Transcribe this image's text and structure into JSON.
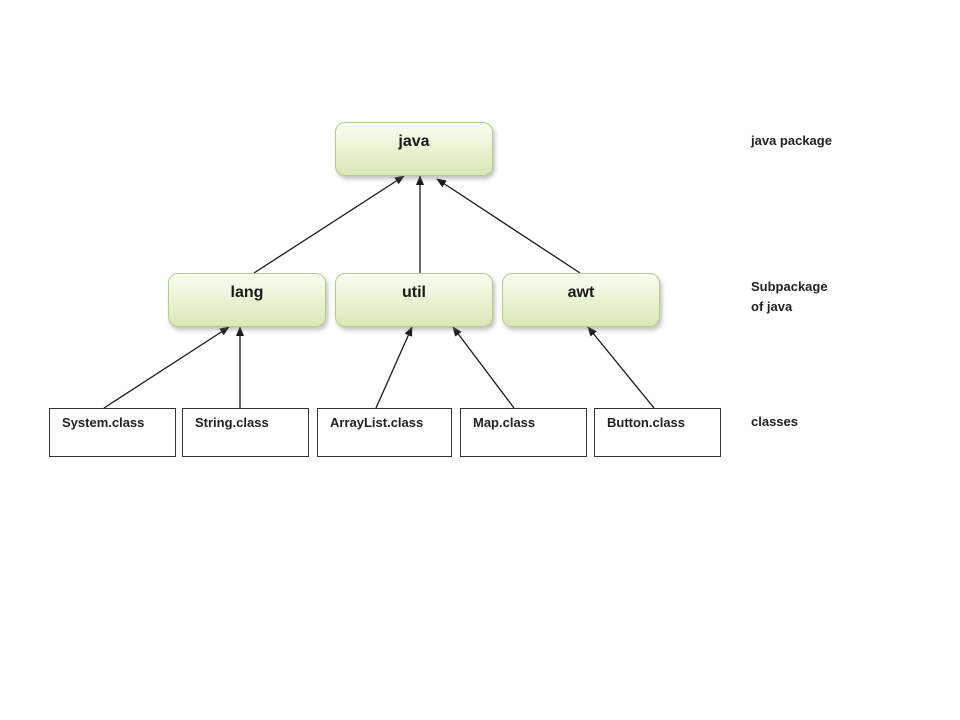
{
  "diagram": {
    "packages": {
      "root": {
        "label": "java"
      },
      "sub": [
        {
          "id": "lang",
          "label": "lang"
        },
        {
          "id": "util",
          "label": "util"
        },
        {
          "id": "awt",
          "label": "awt"
        }
      ]
    },
    "classes": [
      {
        "label": "System.class",
        "parent": "lang"
      },
      {
        "label": "String.class",
        "parent": "lang"
      },
      {
        "label": "ArrayList.class",
        "parent": "util"
      },
      {
        "label": "Map.class",
        "parent": "util"
      },
      {
        "label": "Button.class",
        "parent": "awt"
      }
    ],
    "side_labels": {
      "root": "java package",
      "sub_line1": "Subpackage",
      "sub_line2": "of java",
      "classes": "classes"
    }
  },
  "colors": {
    "package_border": "#b4cc86",
    "package_fill_top": "#fafdf2",
    "package_fill_bottom": "#d8e8b8",
    "arrow": "#1a1a1a",
    "class_border": "#333333"
  }
}
